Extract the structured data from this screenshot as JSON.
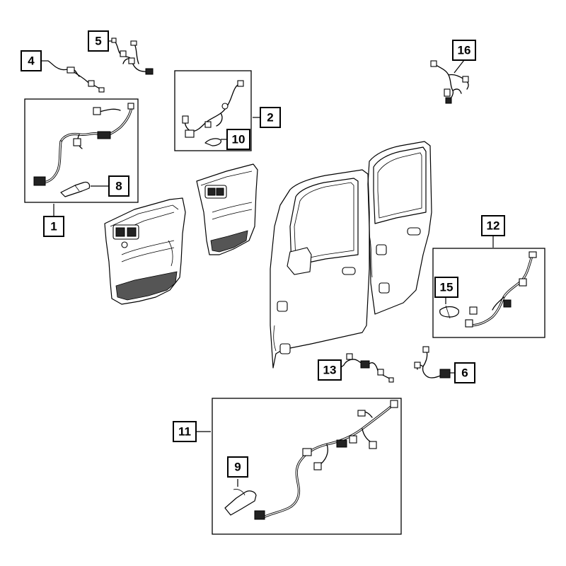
{
  "callouts": [
    {
      "id": "1",
      "label": "1"
    },
    {
      "id": "2",
      "label": "2"
    },
    {
      "id": "4",
      "label": "4"
    },
    {
      "id": "5",
      "label": "5"
    },
    {
      "id": "6",
      "label": "6"
    },
    {
      "id": "8",
      "label": "8"
    },
    {
      "id": "9",
      "label": "9"
    },
    {
      "id": "10",
      "label": "10"
    },
    {
      "id": "11",
      "label": "11"
    },
    {
      "id": "12",
      "label": "12"
    },
    {
      "id": "13",
      "label": "13"
    },
    {
      "id": "15",
      "label": "15"
    },
    {
      "id": "16",
      "label": "16"
    }
  ]
}
